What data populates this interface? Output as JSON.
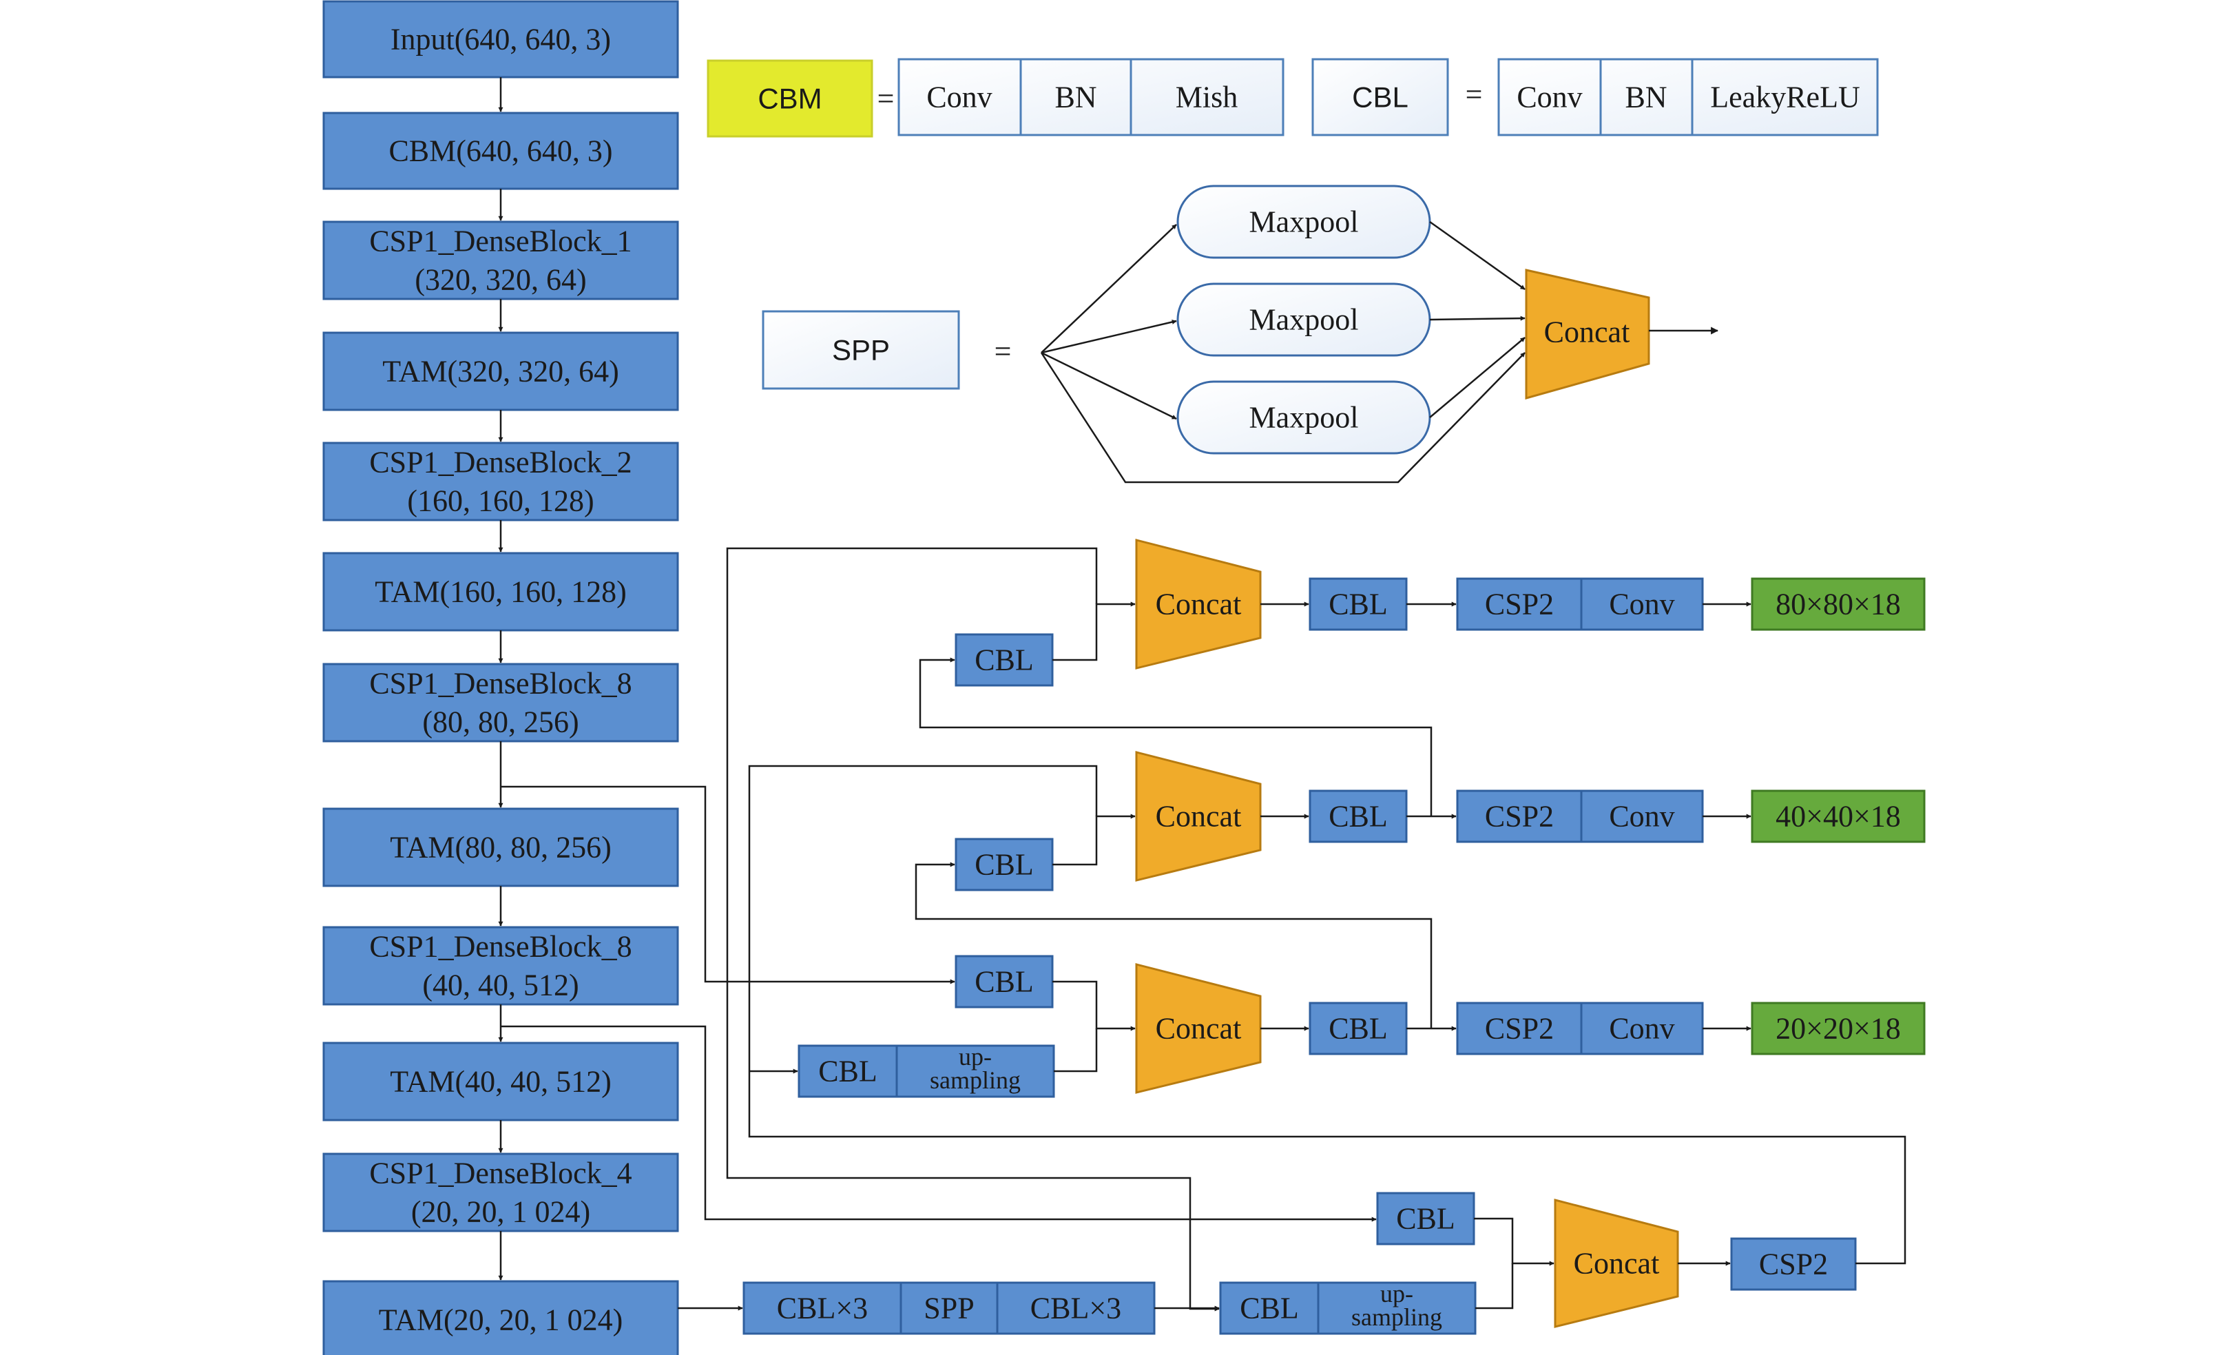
{
  "backbone": [
    "Input(640, 640, 3)",
    "CBM(640, 640, 3)",
    [
      "CSP1_DenseBlock_1",
      "(320, 320, 64)"
    ],
    "TAM(320, 320, 64)",
    [
      "CSP1_DenseBlock_2",
      "(160, 160, 128)"
    ],
    "TAM(160, 160, 128)",
    [
      "CSP1_DenseBlock_8",
      "(80, 80, 256)"
    ],
    "TAM(80, 80, 256)",
    [
      "CSP1_DenseBlock_8",
      "(40, 40, 512)"
    ],
    "TAM(40, 40, 512)",
    [
      "CSP1_DenseBlock_4",
      "(20, 20, 1 024)"
    ],
    "TAM(20, 20, 1 024)"
  ],
  "legend": {
    "cbm": "CBM",
    "cbm_parts": [
      "Conv",
      "BN",
      "Mish"
    ],
    "cbl": "CBL",
    "cbl_parts": [
      "Conv",
      "BN",
      "LeakyReLU"
    ],
    "equals": "="
  },
  "spp": {
    "label": "SPP",
    "equals": "=",
    "pool": "Maxpool",
    "concat": "Concat"
  },
  "neck": {
    "cbl": "CBL",
    "concat": "Concat",
    "csp2": "CSP2",
    "conv": "Conv",
    "up": [
      "up-",
      "sampling"
    ],
    "cbl3": "CBL×3",
    "spp": "SPP"
  },
  "outputs": [
    "80×80×18",
    "40×40×18",
    "20×20×18"
  ],
  "colors": {
    "block": "#5b8fd0",
    "concat": "#f0ab2a",
    "output": "#66aa3d",
    "cbm": "#e3ea2d"
  }
}
